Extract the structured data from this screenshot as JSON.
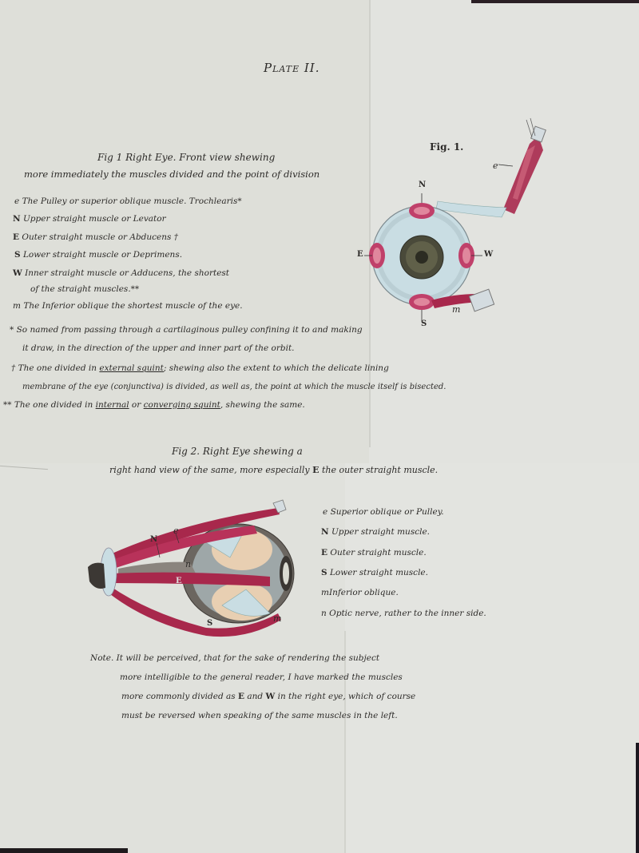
{
  "plate_title": "Plate II.",
  "fig1": {
    "label": "Fig. 1.",
    "caption_line1": "Fig 1 Right Eye. Front view shewing",
    "caption_line2": "more immediately the muscles divided and the point of division",
    "legend": [
      {
        "key": "e",
        "text": "The Pulley or superior oblique muscle. Trochlearis*"
      },
      {
        "key": "N",
        "text": "Upper straight muscle or Levator"
      },
      {
        "key": "E",
        "text": "Outer straight muscle or Abducens †"
      },
      {
        "key": "S",
        "text": "Lower straight muscle or Deprimens."
      },
      {
        "key": "W",
        "text": "Inner straight muscle or Adducens, the shortest"
      },
      {
        "key": "",
        "text": "of the straight muscles.**"
      },
      {
        "key": "m",
        "text": "The Inferior oblique the shortest muscle of the eye."
      }
    ],
    "diagram_labels": {
      "N": "N",
      "E": "E",
      "W": "W",
      "S": "S",
      "e": "e",
      "m": "m"
    }
  },
  "footnotes": {
    "f1_mark": "*",
    "f1_line1": "So named from passing through a cartilaginous pulley confining it to and making",
    "f1_line2": "it draw, in the direction of the upper and inner part of the orbit.",
    "f2_mark": "†",
    "f2_pre": "The one divided in ",
    "f2_u": "external squint",
    "f2_post": "; shewing also the extent to which the delicate lining",
    "f2_line2": "membrane of the eye (conjunctiva) is divided, as well as, the point at which the muscle itself is bisected.",
    "f3_mark": "**",
    "f3_pre": "The one divided in ",
    "f3_u1": "internal",
    "f3_mid": " or ",
    "f3_u2": "converging squint",
    "f3_post": ", shewing the same."
  },
  "fig2": {
    "caption_line1": "Fig 2. Right Eye  shewing a",
    "caption_line2_pre": "right hand view of the same, more especially ",
    "caption_key": "E",
    "caption_line2_post": " the outer straight muscle.",
    "legend": [
      {
        "key": "e",
        "text": "Superior oblique or Pulley."
      },
      {
        "key": "N",
        "text": "Upper straight muscle."
      },
      {
        "key": "E",
        "text": "Outer straight muscle."
      },
      {
        "key": "S",
        "text": "Lower straight muscle."
      },
      {
        "key": "m",
        "text": "Inferior oblique."
      },
      {
        "key": "n",
        "text": "Optic nerve, rather to the inner side."
      }
    ],
    "diagram_labels": {
      "N": "N",
      "e": "e",
      "n": "n",
      "E": "E",
      "S": "S",
      "m": "m"
    }
  },
  "note": {
    "label": "Note.",
    "line1": "It will be perceived, that for the sake of rendering the subject",
    "line2": "more intelligible to the general reader, I have marked the muscles",
    "line3_pre": "more commonly divided as ",
    "line3_k1": "E",
    "line3_mid": " and ",
    "line3_k2": "W",
    "line3_post": " in the right eye, which of course",
    "line4": "must be reversed when speaking of the same muscles in the left."
  },
  "colors": {
    "paper": "#dfe0db",
    "ink": "#2c2a28",
    "muscle": "#a8284c",
    "muscle_light": "#d56f86",
    "sclera": "#c9dde3",
    "iris": "#4a4a3a",
    "fat": "#e8cfb2"
  }
}
